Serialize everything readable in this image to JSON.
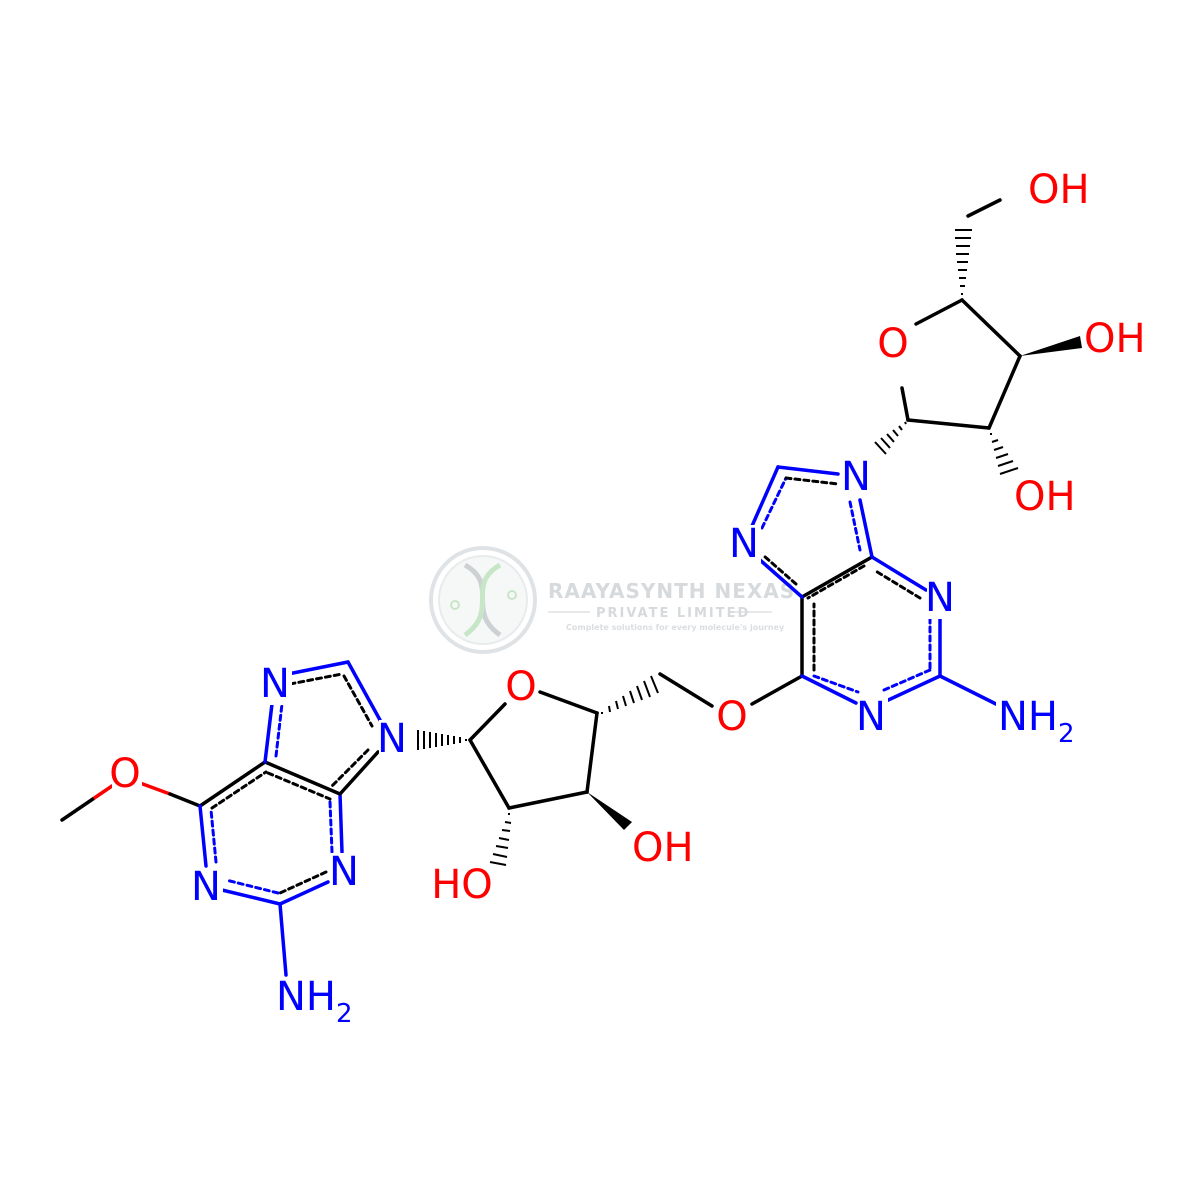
{
  "colors": {
    "carbon": "#000000",
    "nitrogen": "#0000ff",
    "oxygen": "#ff0000",
    "watermark": "#d9dde0",
    "watermark_green": "#bfe0bf"
  },
  "atoms": [
    {
      "id": "me_o",
      "text": "O",
      "color": "oxygen"
    },
    {
      "id": "a_n1",
      "text": "N",
      "color": "nitrogen"
    },
    {
      "id": "a_n3",
      "text": "N",
      "color": "nitrogen"
    },
    {
      "id": "a_n7",
      "text": "N",
      "color": "nitrogen"
    },
    {
      "id": "a_n9",
      "text": "N",
      "color": "nitrogen"
    },
    {
      "id": "a_nh2",
      "text": "NH",
      "sub": "2",
      "color": "nitrogen"
    },
    {
      "id": "r1_o",
      "text": "O",
      "color": "oxygen"
    },
    {
      "id": "r1_oh2",
      "text": "HO",
      "color": "oxygen"
    },
    {
      "id": "r1_oh3",
      "text": "OH",
      "color": "oxygen"
    },
    {
      "id": "link_o",
      "text": "O",
      "color": "oxygen"
    },
    {
      "id": "b_n1",
      "text": "N",
      "color": "nitrogen"
    },
    {
      "id": "b_n3",
      "text": "N",
      "color": "nitrogen"
    },
    {
      "id": "b_n7",
      "text": "N",
      "color": "nitrogen"
    },
    {
      "id": "b_n9",
      "text": "N",
      "color": "nitrogen"
    },
    {
      "id": "b_nh2",
      "text": "NH",
      "sub": "2",
      "color": "nitrogen"
    },
    {
      "id": "r2_o",
      "text": "O",
      "color": "oxygen"
    },
    {
      "id": "r2_oh2",
      "text": "OH",
      "color": "oxygen"
    },
    {
      "id": "r2_oh3",
      "text": "OH",
      "color": "oxygen"
    },
    {
      "id": "r2_oh5",
      "text": "OH",
      "color": "oxygen"
    }
  ],
  "watermark": {
    "name": "RAAYASYNTH NEXAS",
    "subtitle": "PRIVATE LIMITED",
    "tagline": "Complete solutions for every molecule's journey"
  }
}
